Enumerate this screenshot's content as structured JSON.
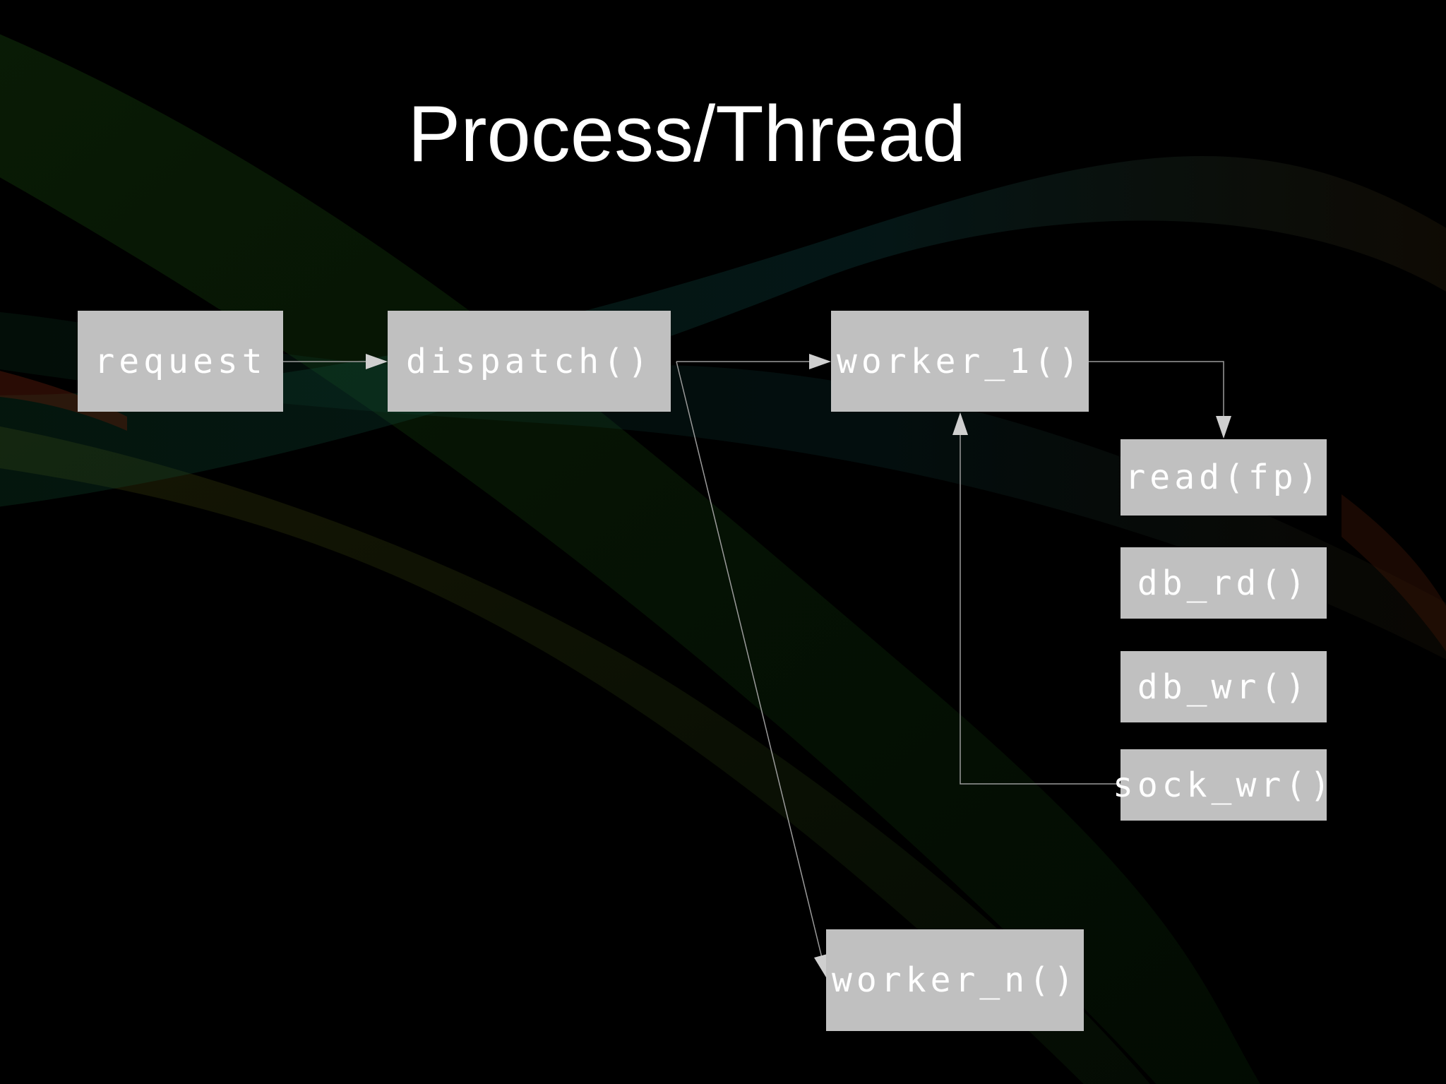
{
  "slide": {
    "title": "Process/Thread",
    "background_color": "#000000",
    "box_color": "#c0c0c0",
    "connector_color": "#9a9a9a"
  },
  "nodes": {
    "request": "request",
    "dispatch": "dispatch()",
    "worker_1": "worker_1()",
    "read": "read(fp)",
    "db_rd": "db_rd()",
    "db_wr": "db_wr()",
    "sock_wr": "sock_wr()",
    "worker_n": "worker_n()"
  },
  "edges": [
    {
      "from": "request",
      "to": "dispatch"
    },
    {
      "from": "dispatch",
      "to": "worker_1"
    },
    {
      "from": "dispatch",
      "to": "worker_n"
    },
    {
      "from": "worker_1",
      "to": "read"
    },
    {
      "from": "sock_wr",
      "to": "worker_1"
    }
  ]
}
